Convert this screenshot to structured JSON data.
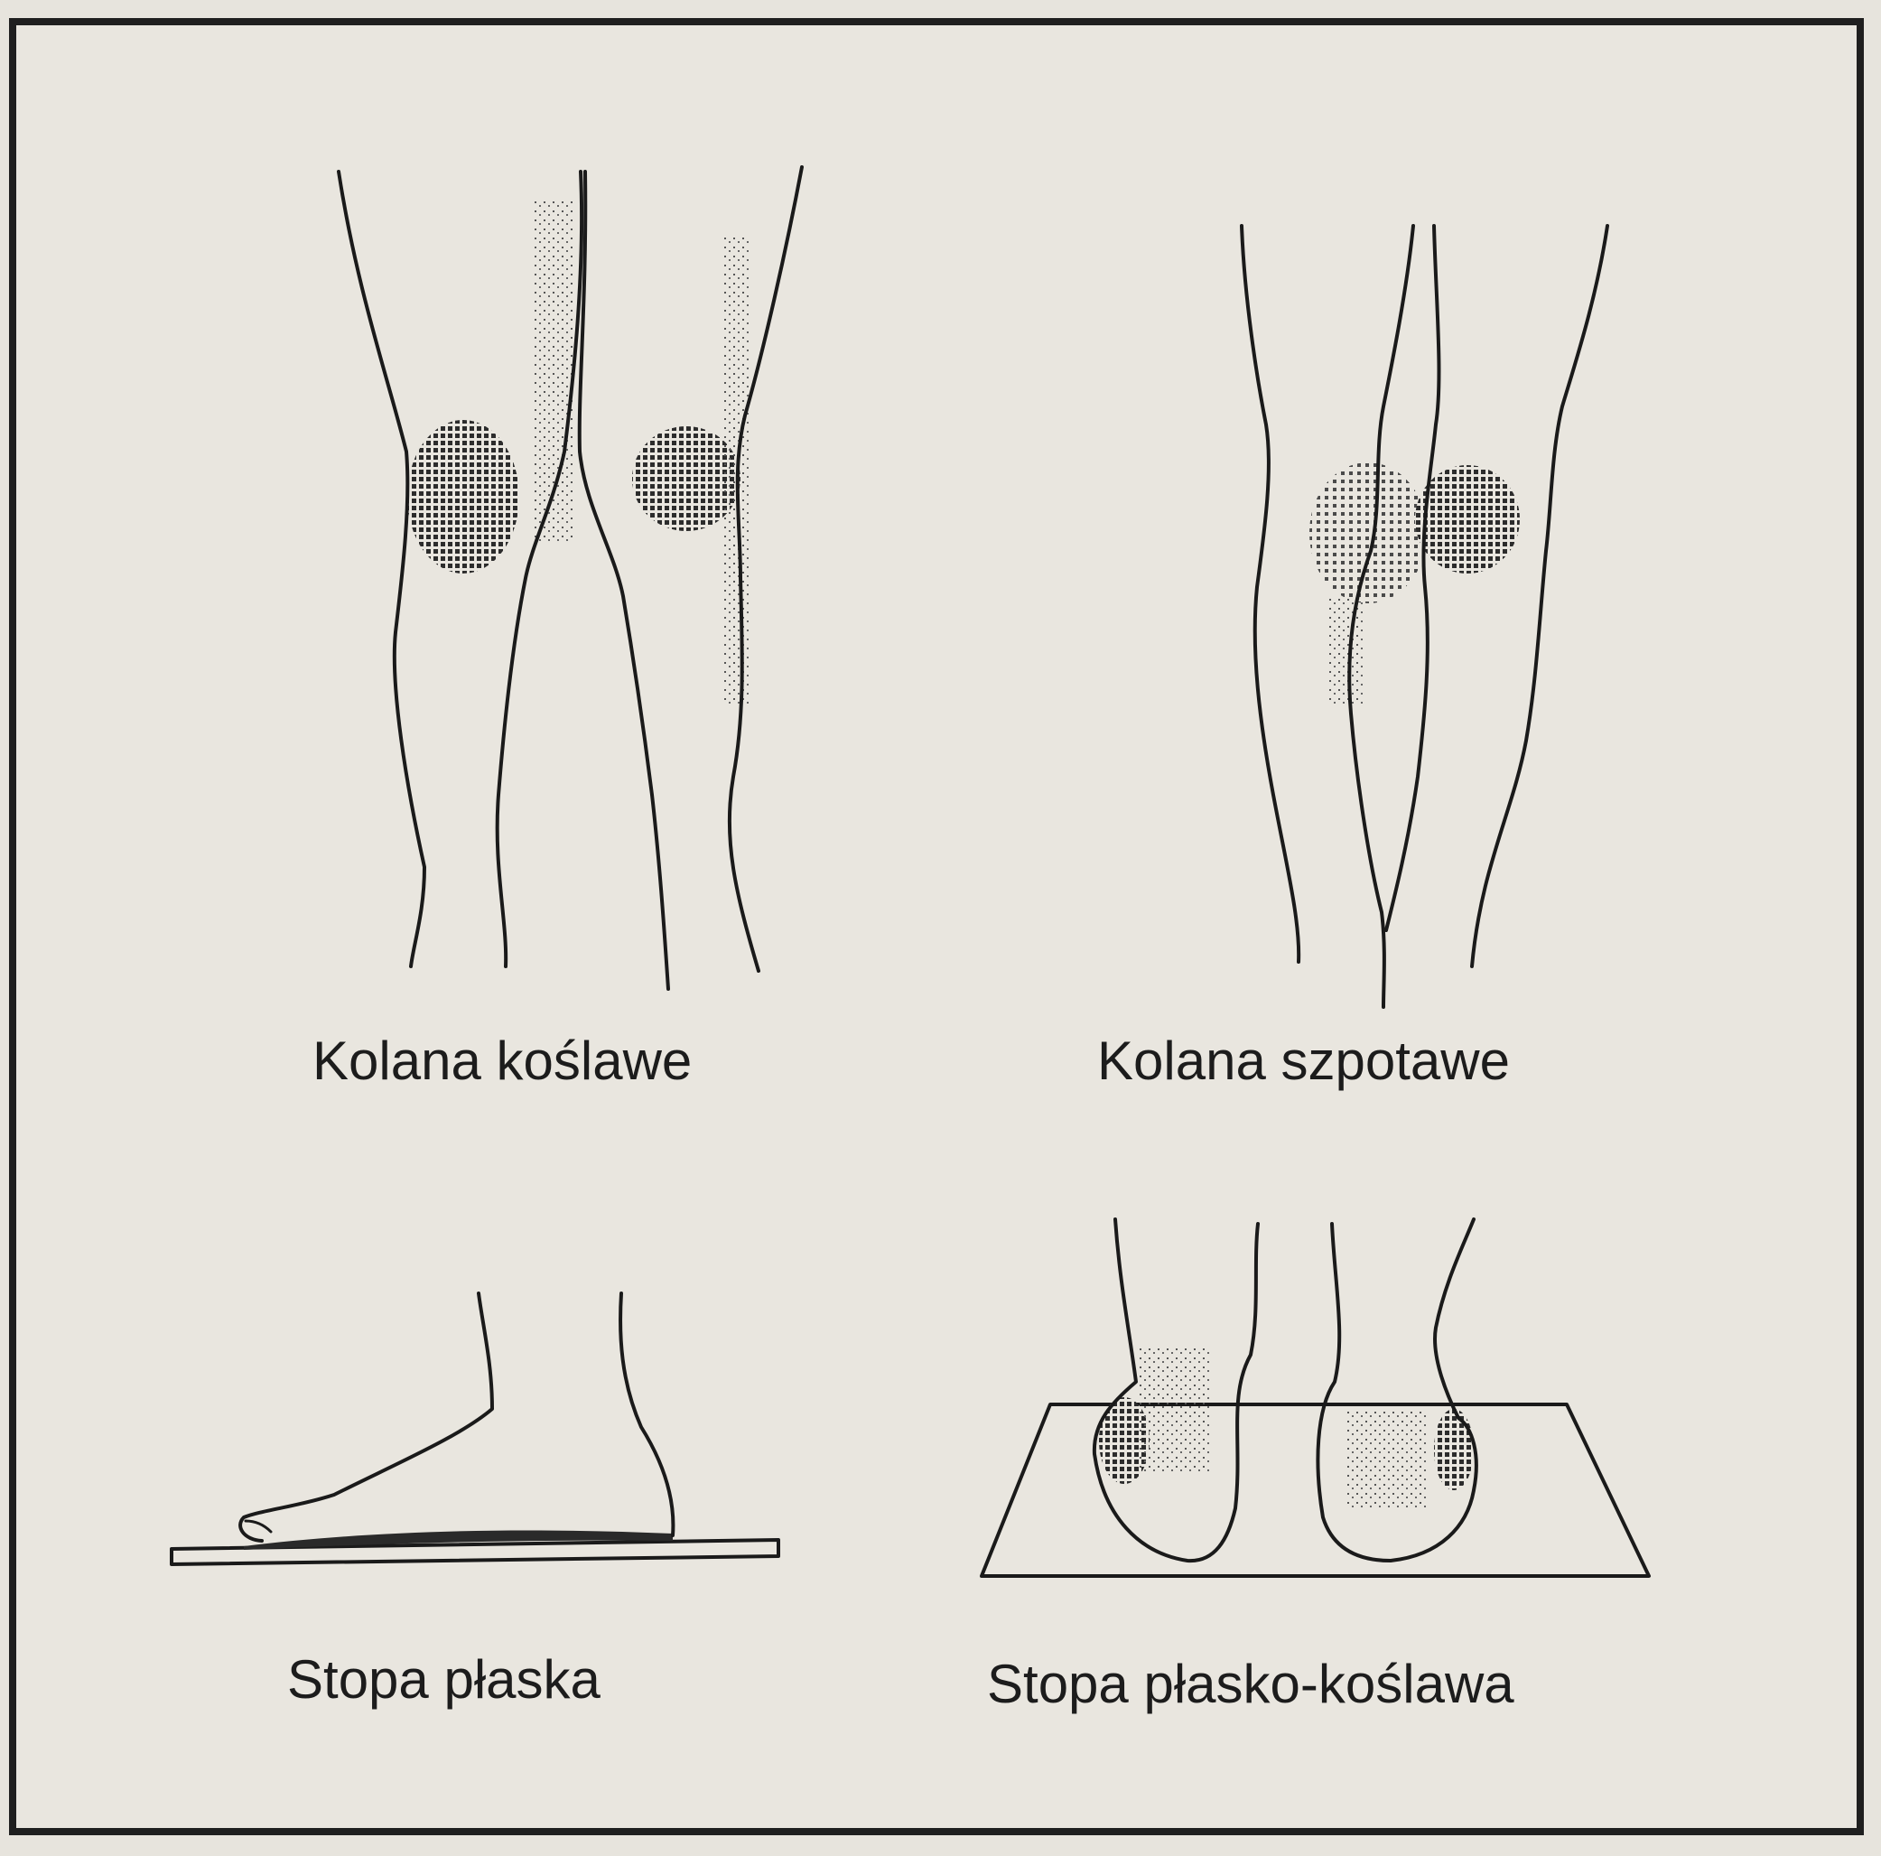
{
  "figures": [
    {
      "caption": "Kolana koślawe"
    },
    {
      "caption": "Kolana szpotawe"
    },
    {
      "caption": "Stopa płaska"
    },
    {
      "caption": "Stopa płasko-koślawa"
    }
  ],
  "colors": {
    "background": "#e9e6df",
    "ink": "#1a1a1a",
    "shading": "#3a3a3a"
  }
}
